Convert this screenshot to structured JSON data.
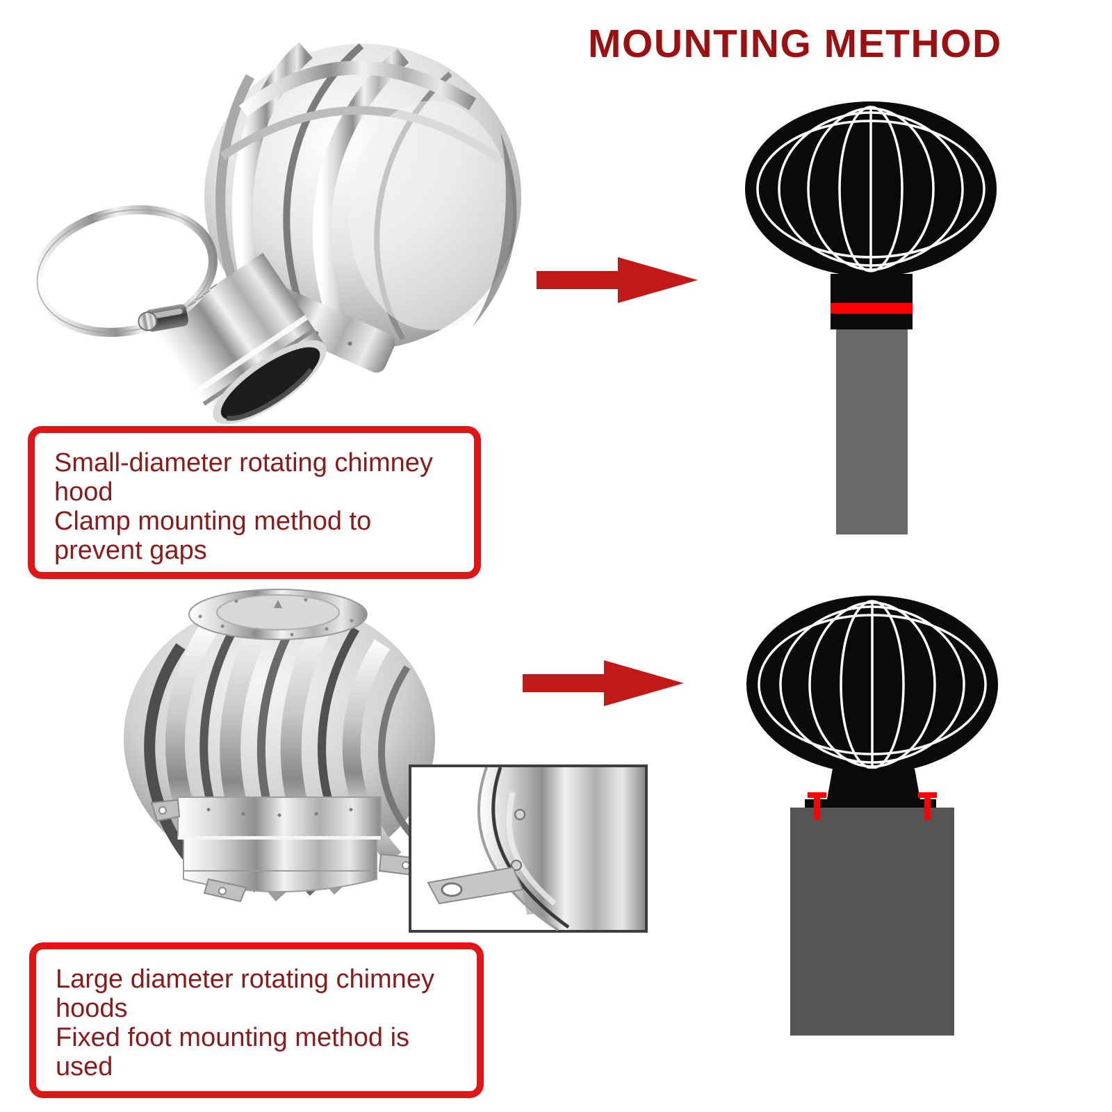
{
  "title": "MOUNTING METHOD",
  "small_hood": {
    "note_lines": [
      "Small-diameter rotating chimney",
      "hood",
      "Clamp mounting method to",
      "prevent gaps"
    ],
    "photo_subject": "small stainless steel rotating chimney hood with hose clamp",
    "diagram_subject": "spinner globe mounted on flue pipe secured by red clamp band"
  },
  "large_hood": {
    "note_lines": [
      "Large diameter rotating chimney",
      "hoods",
      "Fixed foot mounting method is",
      "used"
    ],
    "photo_subject": "large stainless steel rotating chimney hood with mounting feet",
    "inset_subject": "close-up of fixed mounting foot with screw hole",
    "diagram_subject": "spinner globe mounted on chimney secured by red fixing screws"
  },
  "icons": {
    "arrow_right_top": "arrow-right-icon",
    "arrow_right_bottom": "arrow-right-icon",
    "spinner_globe": "spinner-globe-icon",
    "clamp_band": "clamp-band-indicator",
    "fixing_screws": "fixing-screw-icon"
  },
  "colors": {
    "background": "#FFFFFF",
    "title_red": "#9B1010",
    "note_border_red": "#E01515",
    "note_text_red": "#8B1A1A",
    "arrow_red": "#C21818",
    "highlight_red": "#FF0000",
    "silhouette_black": "#0A0A0A",
    "flue_pipe_gray": "#696969",
    "chimney_gray": "#555555",
    "steel_light": "#F4F4F4",
    "steel_dark": "#6E6E6E"
  }
}
